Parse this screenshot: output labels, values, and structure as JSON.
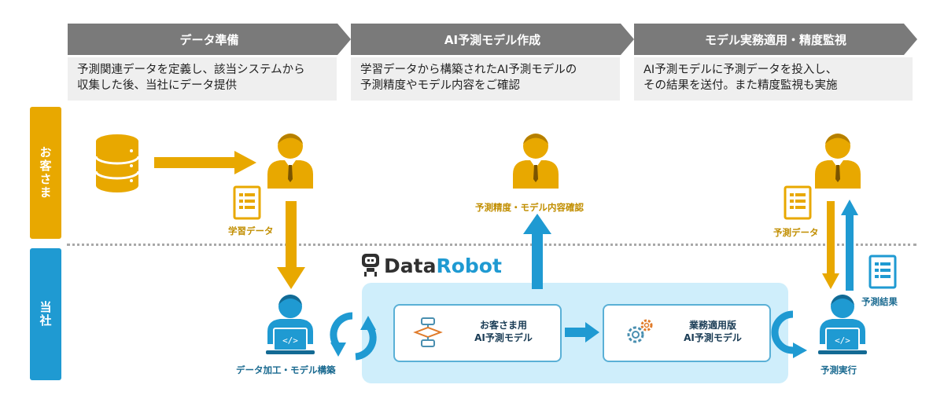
{
  "phases": [
    {
      "title": "データ準備",
      "desc_line1": "予測関連データを定義し、該当システムから",
      "desc_line2": "収集した後、当社にデータ提供"
    },
    {
      "title": "AI予測モデル作成",
      "desc_line1": "学習データから構築されたAI予測モデルの",
      "desc_line2": "予測精度やモデル内容をご確認"
    },
    {
      "title": "モデル実務適用・精度監視",
      "desc_line1": "AI予測モデルに予測データを投入し、",
      "desc_line2": "その結果を送付。また精度監視も実施"
    }
  ],
  "lanes": {
    "customer": "お客さま",
    "company": "当社"
  },
  "labels": {
    "learning_data": "学習データ",
    "accuracy_check": "予測精度・モデル内容確認",
    "prediction_data": "予測データ",
    "prediction_result": "予測結果",
    "data_processing": "データ加工・モデル構築",
    "prediction_run": "予測実行"
  },
  "logo": {
    "part1": "Data",
    "part2": "Robot"
  },
  "models": {
    "customer_model_line1": "お客さま用",
    "customer_model_line2": "AI予測モデル",
    "business_model_line1": "業務適用版",
    "business_model_line2": "AI予測モデル"
  },
  "colors": {
    "gold": "#e8a800",
    "blue": "#1f9ad2",
    "chevron_gray": "#7a7a7a",
    "panel": "#cfeefb"
  },
  "icons": [
    "database-icon",
    "businessperson-icon",
    "document-icon",
    "engineer-laptop-icon",
    "robot-icon",
    "cycle-arrow-icon",
    "flowchart-icon",
    "gears-icon"
  ]
}
